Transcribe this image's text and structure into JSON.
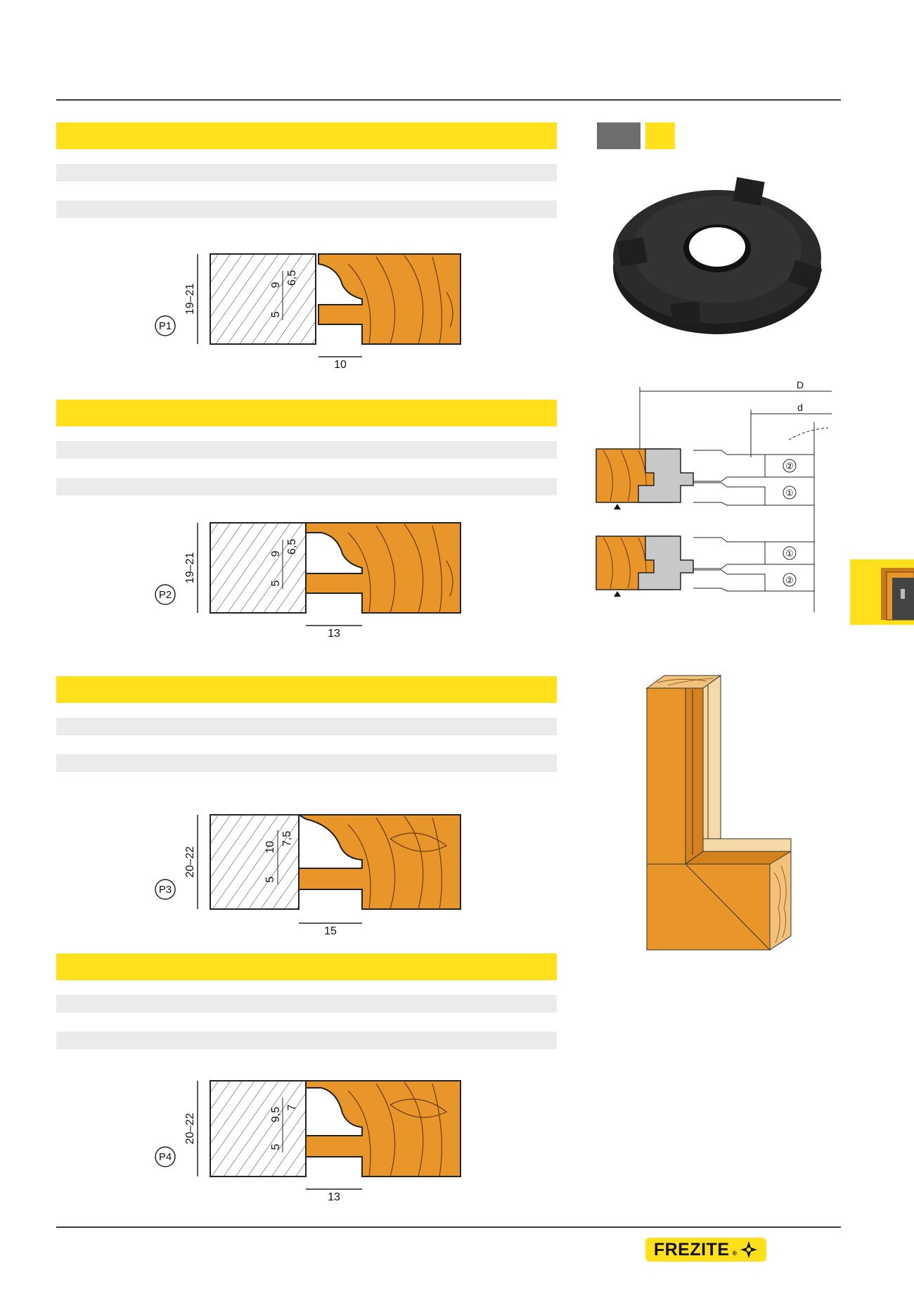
{
  "profiles": [
    {
      "id": "P1",
      "height_range": "19–21",
      "width": "10",
      "dim_upper": "6,5",
      "dim_mid": "9",
      "dim_lower": "5"
    },
    {
      "id": "P2",
      "height_range": "19–21",
      "width": "13",
      "dim_upper": "6,5",
      "dim_mid": "9",
      "dim_lower": "5"
    },
    {
      "id": "P3",
      "height_range": "20–22",
      "width": "15",
      "dim_upper": "7,5",
      "dim_mid": "10",
      "dim_lower": "5"
    },
    {
      "id": "P4",
      "height_range": "20–22",
      "width": "13",
      "dim_upper": "7",
      "dim_mid": "9,5",
      "dim_lower": "5"
    }
  ],
  "cutter_diagram": {
    "dim_outer": "D",
    "dim_inner": "d",
    "upper_labels": [
      "②",
      "①"
    ],
    "lower_labels": [
      "①",
      "②"
    ]
  },
  "footer": {
    "brand": "FREZITE",
    "registered": "®"
  },
  "colors": {
    "yellow": "#ffe01b",
    "wood": "#e8962a",
    "grey_tag": "#6e6e6e",
    "row_grey": "#ebebeb"
  }
}
